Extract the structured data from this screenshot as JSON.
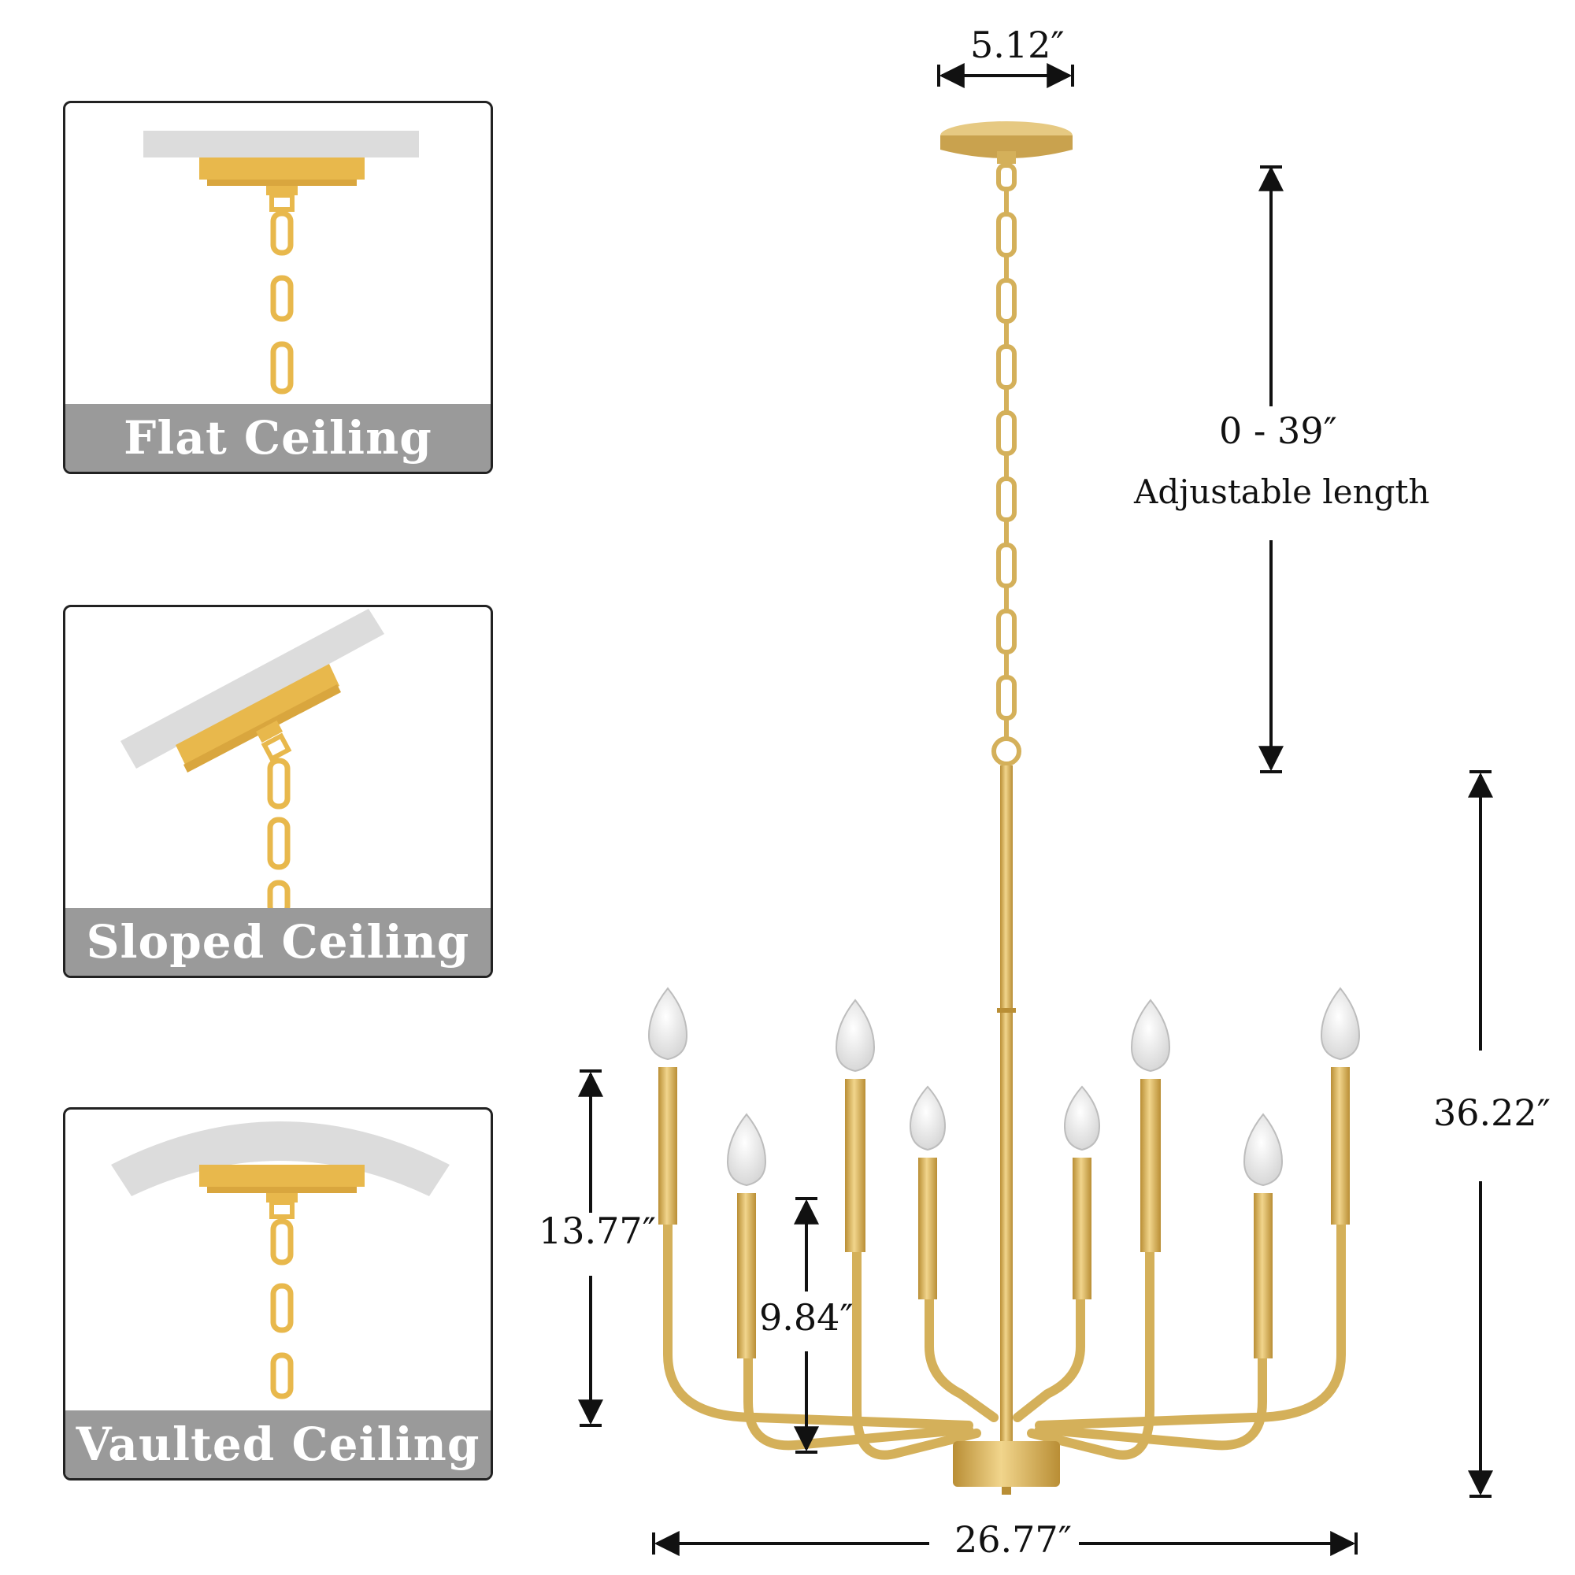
{
  "install_options": [
    {
      "label": "Flat Ceiling"
    },
    {
      "label": "Sloped Ceiling"
    },
    {
      "label": "Vaulted Ceiling"
    }
  ],
  "dimensions": {
    "canopy_width": "5.12″",
    "chain_length": "0 - 39″",
    "chain_note": "Adjustable length",
    "total_height": "36.22″",
    "arm_height": "13.77″",
    "inner_arm_height": "9.84″",
    "total_width": "26.77″"
  },
  "colors": {
    "gold": "#E8B84C",
    "metal_gold": "#D4B05A",
    "ceiling_gray": "#DCDCDC",
    "label_bg": "#9A9A9A"
  }
}
